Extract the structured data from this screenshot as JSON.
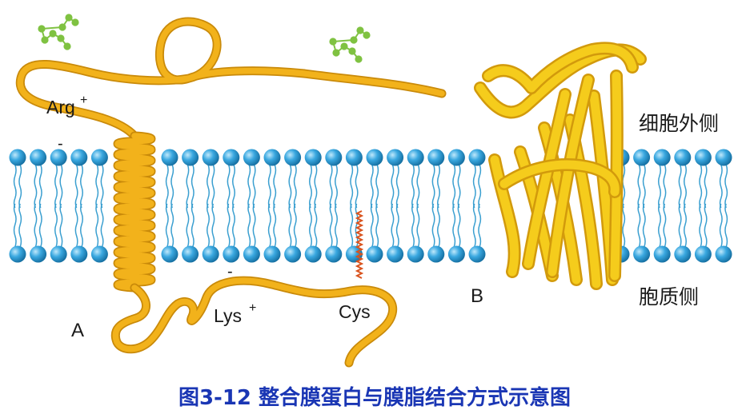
{
  "labels": {
    "arg": "Arg",
    "arg_charge": "+",
    "arg_minus": "-",
    "lys": "Lys",
    "lys_charge": "+",
    "lys_minus": "-",
    "cys": "Cys",
    "panel_a": "A",
    "panel_b": "B",
    "extracellular": "细胞外侧",
    "cytoplasmic": "胞质侧"
  },
  "caption": "图3-12 整合膜蛋白与膜脂结合方式示意图",
  "colors": {
    "protein": "#f2b21b",
    "protein_edge": "#c98a0a",
    "barrel": "#f5cc1c",
    "barrel_edge": "#d29a0c",
    "lipid_head": "#2f9fd8",
    "lipid_tail": "#3a9fd0",
    "sugar": "#7fc241",
    "palmitoyl": "#d9531e",
    "caption": "#1a36b4"
  }
}
